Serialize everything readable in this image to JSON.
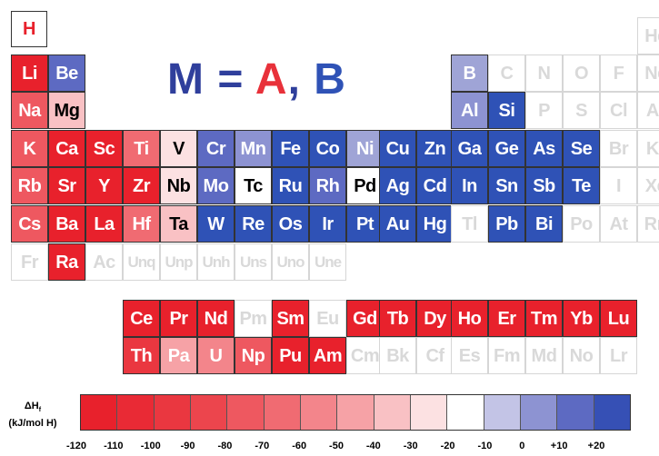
{
  "formula": {
    "m": "M",
    "eq": " = ",
    "a": "A",
    "comma": ", ",
    "b": "B"
  },
  "legend": {
    "label_top": "ΔH",
    "label_sub": "f",
    "label_units": "(kJ/mol H)",
    "ticks": [
      "-120",
      "-110",
      "-100",
      "-90",
      "-80",
      "-70",
      "-60",
      "-50",
      "-40",
      "-30",
      "-20",
      "-10",
      "0",
      "+10",
      "+20"
    ],
    "colors": [
      "#e8212c",
      "#e92a35",
      "#ea3740",
      "#ec454d",
      "#ee5860",
      "#f06b72",
      "#f3858b",
      "#f6a2a6",
      "#f9c1c4",
      "#fce1e2",
      "#ffffff",
      "#c3c4e6",
      "#8d93d2",
      "#5d6ac2",
      "#3650b5"
    ]
  },
  "colors": {
    "formula_m": "#2f3f9c",
    "formula_a": "#e8313a",
    "formula_b": "#2f52b6",
    "h_symbol": "#e8212c",
    "text_light": "#ffffff",
    "text_dark": "#000000",
    "text_faded": "#d9d9d9",
    "text_pale": "#c8c8c8"
  },
  "elements": [
    {
      "s": "H",
      "r": 0,
      "c": 0,
      "bg": "#ffffff",
      "t": "red"
    },
    {
      "s": "He",
      "r": 0,
      "c": 17,
      "bg": "#ffffff",
      "t": "faded"
    },
    {
      "s": "Li",
      "r": 1,
      "c": 0,
      "bg": "#e8212c",
      "t": "light"
    },
    {
      "s": "Be",
      "r": 1,
      "c": 1,
      "bg": "#5d6ac2",
      "t": "light"
    },
    {
      "s": "B",
      "r": 1,
      "c": 12,
      "bg": "#9fa4d6",
      "t": "light"
    },
    {
      "s": "C",
      "r": 1,
      "c": 13,
      "bg": "#ffffff",
      "t": "faded"
    },
    {
      "s": "N",
      "r": 1,
      "c": 14,
      "bg": "#ffffff",
      "t": "faded"
    },
    {
      "s": "O",
      "r": 1,
      "c": 15,
      "bg": "#ffffff",
      "t": "faded"
    },
    {
      "s": "F",
      "r": 1,
      "c": 16,
      "bg": "#ffffff",
      "t": "faded"
    },
    {
      "s": "Ne",
      "r": 1,
      "c": 17,
      "bg": "#ffffff",
      "t": "faded"
    },
    {
      "s": "Na",
      "r": 2,
      "c": 0,
      "bg": "#ee5860",
      "t": "light"
    },
    {
      "s": "Mg",
      "r": 2,
      "c": 1,
      "bg": "#f9c1c4",
      "t": "dark"
    },
    {
      "s": "Al",
      "r": 2,
      "c": 12,
      "bg": "#8d93d2",
      "t": "light"
    },
    {
      "s": "Si",
      "r": 2,
      "c": 13,
      "bg": "#2f52b6",
      "t": "light"
    },
    {
      "s": "P",
      "r": 2,
      "c": 14,
      "bg": "#ffffff",
      "t": "faded"
    },
    {
      "s": "S",
      "r": 2,
      "c": 15,
      "bg": "#ffffff",
      "t": "faded"
    },
    {
      "s": "Cl",
      "r": 2,
      "c": 16,
      "bg": "#ffffff",
      "t": "faded"
    },
    {
      "s": "Ar",
      "r": 2,
      "c": 17,
      "bg": "#ffffff",
      "t": "faded"
    },
    {
      "s": "K",
      "r": 3,
      "c": 0,
      "bg": "#ee5860",
      "t": "light"
    },
    {
      "s": "Ca",
      "r": 3,
      "c": 1,
      "bg": "#e8212c",
      "t": "light"
    },
    {
      "s": "Sc",
      "r": 3,
      "c": 2,
      "bg": "#e8212c",
      "t": "light"
    },
    {
      "s": "Ti",
      "r": 3,
      "c": 3,
      "bg": "#f06b72",
      "t": "light"
    },
    {
      "s": "V",
      "r": 3,
      "c": 4,
      "bg": "#fce1e2",
      "t": "dark"
    },
    {
      "s": "Cr",
      "r": 3,
      "c": 5,
      "bg": "#5d6ac2",
      "t": "light"
    },
    {
      "s": "Mn",
      "r": 3,
      "c": 6,
      "bg": "#8d93d2",
      "t": "light"
    },
    {
      "s": "Fe",
      "r": 3,
      "c": 7,
      "bg": "#2f52b6",
      "t": "light"
    },
    {
      "s": "Co",
      "r": 3,
      "c": 8,
      "bg": "#2f52b6",
      "t": "light"
    },
    {
      "s": "Ni",
      "r": 3,
      "c": 9,
      "bg": "#9fa4d6",
      "t": "light"
    },
    {
      "s": "Cu",
      "r": 3,
      "c": 10,
      "bg": "#2f52b6",
      "t": "light"
    },
    {
      "s": "Zn",
      "r": 3,
      "c": 11,
      "bg": "#2f52b6",
      "t": "light"
    },
    {
      "s": "Ga",
      "r": 3,
      "c": 12,
      "bg": "#2f52b6",
      "t": "light"
    },
    {
      "s": "Ge",
      "r": 3,
      "c": 13,
      "bg": "#2f52b6",
      "t": "light"
    },
    {
      "s": "As",
      "r": 3,
      "c": 14,
      "bg": "#2f52b6",
      "t": "light"
    },
    {
      "s": "Se",
      "r": 3,
      "c": 15,
      "bg": "#2f52b6",
      "t": "light"
    },
    {
      "s": "Br",
      "r": 3,
      "c": 16,
      "bg": "#ffffff",
      "t": "faded"
    },
    {
      "s": "Kr",
      "r": 3,
      "c": 17,
      "bg": "#ffffff",
      "t": "faded"
    },
    {
      "s": "Rb",
      "r": 4,
      "c": 0,
      "bg": "#ee5860",
      "t": "light"
    },
    {
      "s": "Sr",
      "r": 4,
      "c": 1,
      "bg": "#e8212c",
      "t": "light"
    },
    {
      "s": "Y",
      "r": 4,
      "c": 2,
      "bg": "#e8212c",
      "t": "light"
    },
    {
      "s": "Zr",
      "r": 4,
      "c": 3,
      "bg": "#e8212c",
      "t": "light"
    },
    {
      "s": "Nb",
      "r": 4,
      "c": 4,
      "bg": "#fce1e2",
      "t": "dark"
    },
    {
      "s": "Mo",
      "r": 4,
      "c": 5,
      "bg": "#5d6ac2",
      "t": "light"
    },
    {
      "s": "Tc",
      "r": 4,
      "c": 6,
      "bg": "#ffffff",
      "t": "dark"
    },
    {
      "s": "Ru",
      "r": 4,
      "c": 7,
      "bg": "#2f52b6",
      "t": "light"
    },
    {
      "s": "Rh",
      "r": 4,
      "c": 8,
      "bg": "#5d6ac2",
      "t": "light"
    },
    {
      "s": "Pd",
      "r": 4,
      "c": 9,
      "bg": "#ffffff",
      "t": "dark"
    },
    {
      "s": "Ag",
      "r": 4,
      "c": 10,
      "bg": "#2f52b6",
      "t": "light"
    },
    {
      "s": "Cd",
      "r": 4,
      "c": 11,
      "bg": "#2f52b6",
      "t": "light"
    },
    {
      "s": "In",
      "r": 4,
      "c": 12,
      "bg": "#2f52b6",
      "t": "light"
    },
    {
      "s": "Sn",
      "r": 4,
      "c": 13,
      "bg": "#2f52b6",
      "t": "light"
    },
    {
      "s": "Sb",
      "r": 4,
      "c": 14,
      "bg": "#2f52b6",
      "t": "light"
    },
    {
      "s": "Te",
      "r": 4,
      "c": 15,
      "bg": "#2f52b6",
      "t": "light"
    },
    {
      "s": "I",
      "r": 4,
      "c": 16,
      "bg": "#ffffff",
      "t": "faded"
    },
    {
      "s": "Xe",
      "r": 4,
      "c": 17,
      "bg": "#ffffff",
      "t": "faded"
    },
    {
      "s": "Cs",
      "r": 5,
      "c": 0,
      "bg": "#ee5860",
      "t": "light"
    },
    {
      "s": "Ba",
      "r": 5,
      "c": 1,
      "bg": "#e8212c",
      "t": "light"
    },
    {
      "s": "La",
      "r": 5,
      "c": 2,
      "bg": "#e8212c",
      "t": "light"
    },
    {
      "s": "Hf",
      "r": 5,
      "c": 3,
      "bg": "#f06b72",
      "t": "light"
    },
    {
      "s": "Ta",
      "r": 5,
      "c": 4,
      "bg": "#f9c1c4",
      "t": "dark"
    },
    {
      "s": "W",
      "r": 5,
      "c": 5,
      "bg": "#2f52b6",
      "t": "light"
    },
    {
      "s": "Re",
      "r": 5,
      "c": 6,
      "bg": "#2f52b6",
      "t": "light"
    },
    {
      "s": "Os",
      "r": 5,
      "c": 7,
      "bg": "#2f52b6",
      "t": "light"
    },
    {
      "s": "Ir",
      "r": 5,
      "c": 8,
      "bg": "#2f52b6",
      "t": "light"
    },
    {
      "s": "Pt",
      "r": 5,
      "c": 9,
      "bg": "#2f52b6",
      "t": "light"
    },
    {
      "s": "Au",
      "r": 5,
      "c": 10,
      "bg": "#2f52b6",
      "t": "light"
    },
    {
      "s": "Hg",
      "r": 5,
      "c": 11,
      "bg": "#2f52b6",
      "t": "light"
    },
    {
      "s": "Tl",
      "r": 5,
      "c": 12,
      "bg": "#ffffff",
      "t": "faded"
    },
    {
      "s": "Pb",
      "r": 5,
      "c": 13,
      "bg": "#2f52b6",
      "t": "light"
    },
    {
      "s": "Bi",
      "r": 5,
      "c": 14,
      "bg": "#2f52b6",
      "t": "light"
    },
    {
      "s": "Po",
      "r": 5,
      "c": 15,
      "bg": "#ffffff",
      "t": "faded"
    },
    {
      "s": "At",
      "r": 5,
      "c": 16,
      "bg": "#ffffff",
      "t": "faded"
    },
    {
      "s": "Rn",
      "r": 5,
      "c": 17,
      "bg": "#ffffff",
      "t": "faded"
    },
    {
      "s": "Fr",
      "r": 6,
      "c": 0,
      "bg": "#ffffff",
      "t": "faded"
    },
    {
      "s": "Ra",
      "r": 6,
      "c": 1,
      "bg": "#e8212c",
      "t": "light"
    },
    {
      "s": "Ac",
      "r": 6,
      "c": 2,
      "bg": "#ffffff",
      "t": "faded"
    },
    {
      "s": "Unq",
      "r": 6,
      "c": 3,
      "bg": "#ffffff",
      "t": "faded"
    },
    {
      "s": "Unp",
      "r": 6,
      "c": 4,
      "bg": "#ffffff",
      "t": "faded"
    },
    {
      "s": "Unh",
      "r": 6,
      "c": 5,
      "bg": "#ffffff",
      "t": "faded"
    },
    {
      "s": "Uns",
      "r": 6,
      "c": 6,
      "bg": "#ffffff",
      "t": "faded"
    },
    {
      "s": "Uno",
      "r": 6,
      "c": 7,
      "bg": "#ffffff",
      "t": "faded"
    },
    {
      "s": "Une",
      "r": 6,
      "c": 8,
      "bg": "#ffffff",
      "t": "faded"
    },
    {
      "s": "Ce",
      "r": 7,
      "c": 3,
      "bg": "#e8212c",
      "t": "light"
    },
    {
      "s": "Pr",
      "r": 7,
      "c": 4,
      "bg": "#e8212c",
      "t": "light"
    },
    {
      "s": "Nd",
      "r": 7,
      "c": 5,
      "bg": "#e8212c",
      "t": "light"
    },
    {
      "s": "Pm",
      "r": 7,
      "c": 6,
      "bg": "#ffffff",
      "t": "faded"
    },
    {
      "s": "Sm",
      "r": 7,
      "c": 7,
      "bg": "#e8212c",
      "t": "light"
    },
    {
      "s": "Eu",
      "r": 7,
      "c": 8,
      "bg": "#ffffff",
      "t": "faded"
    },
    {
      "s": "Gd",
      "r": 7,
      "c": 9,
      "bg": "#e8212c",
      "t": "light"
    },
    {
      "s": "Tb",
      "r": 7,
      "c": 10,
      "bg": "#e8212c",
      "t": "light"
    },
    {
      "s": "Dy",
      "r": 7,
      "c": 11,
      "bg": "#e8212c",
      "t": "light"
    },
    {
      "s": "Ho",
      "r": 7,
      "c": 12,
      "bg": "#e8212c",
      "t": "light"
    },
    {
      "s": "Er",
      "r": 7,
      "c": 13,
      "bg": "#e8212c",
      "t": "light"
    },
    {
      "s": "Tm",
      "r": 7,
      "c": 14,
      "bg": "#e8212c",
      "t": "light"
    },
    {
      "s": "Yb",
      "r": 7,
      "c": 15,
      "bg": "#e8212c",
      "t": "light"
    },
    {
      "s": "Lu",
      "r": 7,
      "c": 16,
      "bg": "#e8212c",
      "t": "light"
    },
    {
      "s": "Th",
      "r": 8,
      "c": 3,
      "bg": "#ea3740",
      "t": "light"
    },
    {
      "s": "Pa",
      "r": 8,
      "c": 4,
      "bg": "#f6a2a6",
      "t": "light"
    },
    {
      "s": "U",
      "r": 8,
      "c": 5,
      "bg": "#f3858b",
      "t": "light"
    },
    {
      "s": "Np",
      "r": 8,
      "c": 6,
      "bg": "#ee5860",
      "t": "light"
    },
    {
      "s": "Pu",
      "r": 8,
      "c": 7,
      "bg": "#e8212c",
      "t": "light"
    },
    {
      "s": "Am",
      "r": 8,
      "c": 8,
      "bg": "#e8212c",
      "t": "light"
    },
    {
      "s": "Cm",
      "r": 8,
      "c": 9,
      "bg": "#ffffff",
      "t": "faded"
    },
    {
      "s": "Bk",
      "r": 8,
      "c": 10,
      "bg": "#ffffff",
      "t": "faded"
    },
    {
      "s": "Cf",
      "r": 8,
      "c": 11,
      "bg": "#ffffff",
      "t": "faded"
    },
    {
      "s": "Es",
      "r": 8,
      "c": 12,
      "bg": "#ffffff",
      "t": "faded"
    },
    {
      "s": "Fm",
      "r": 8,
      "c": 13,
      "bg": "#ffffff",
      "t": "faded"
    },
    {
      "s": "Md",
      "r": 8,
      "c": 14,
      "bg": "#ffffff",
      "t": "faded"
    },
    {
      "s": "No",
      "r": 8,
      "c": 15,
      "bg": "#ffffff",
      "t": "faded"
    },
    {
      "s": "Lr",
      "r": 8,
      "c": 16,
      "bg": "#ffffff",
      "t": "faded"
    }
  ]
}
